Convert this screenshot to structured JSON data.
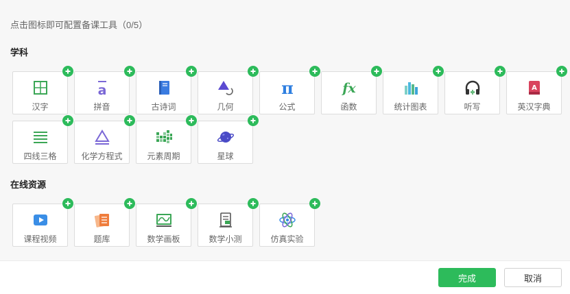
{
  "hint": "点击图标即可配置备课工具（0/5）",
  "sections": {
    "subject": {
      "title": "学科",
      "items": [
        {
          "label": "汉字",
          "icon": "hanzi-grid-icon"
        },
        {
          "label": "拼音",
          "icon": "pinyin-icon"
        },
        {
          "label": "古诗词",
          "icon": "book-icon"
        },
        {
          "label": "几何",
          "icon": "geometry-icon"
        },
        {
          "label": "公式",
          "icon": "pi-icon"
        },
        {
          "label": "函数",
          "icon": "fx-icon"
        },
        {
          "label": "统计图表",
          "icon": "bar-chart-icon"
        },
        {
          "label": "听写",
          "icon": "headphones-icon"
        },
        {
          "label": "英汉字典",
          "icon": "dictionary-icon"
        },
        {
          "label": "四线三格",
          "icon": "four-lines-icon"
        },
        {
          "label": "化学方程式",
          "icon": "chemistry-triangle-icon"
        },
        {
          "label": "元素周期",
          "icon": "periodic-table-icon"
        },
        {
          "label": "星球",
          "icon": "planet-icon"
        }
      ]
    },
    "online": {
      "title": "在线资源",
      "items": [
        {
          "label": "课程视频",
          "icon": "video-icon"
        },
        {
          "label": "题库",
          "icon": "question-bank-icon"
        },
        {
          "label": "数学画板",
          "icon": "math-board-icon"
        },
        {
          "label": "数学小测",
          "icon": "quiz-scroll-icon"
        },
        {
          "label": "仿真实验",
          "icon": "atom-icon"
        }
      ]
    }
  },
  "buttons": {
    "ok": "完成",
    "cancel": "取消"
  },
  "colors": {
    "accent": "#2dbb5b",
    "tile_border": "#dcdcdc",
    "panel_bg": "#f7f7f7"
  }
}
